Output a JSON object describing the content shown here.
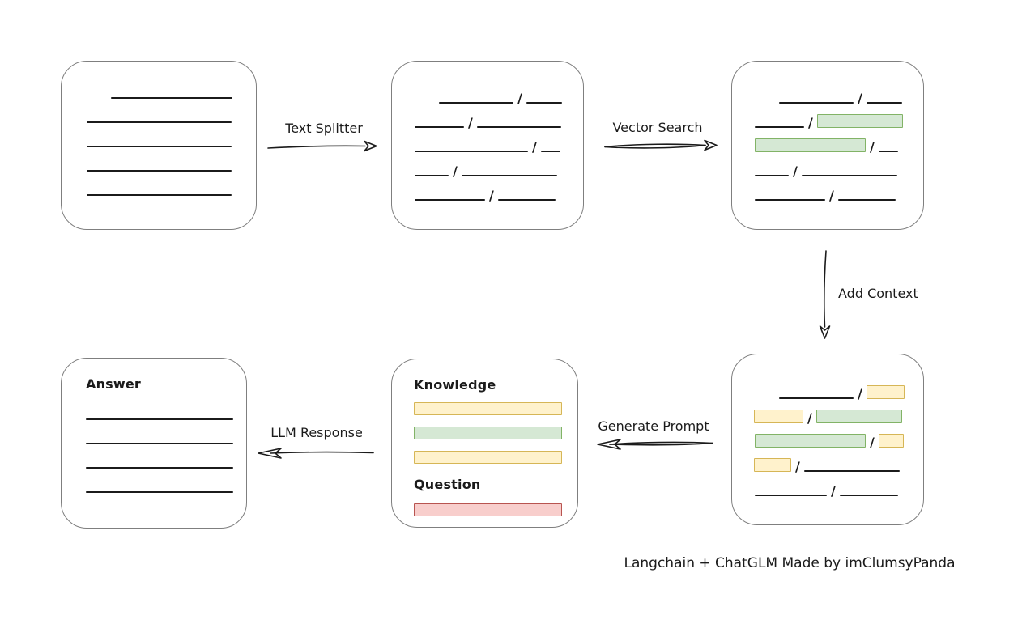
{
  "labels": {
    "text_splitter": "Text Splitter",
    "vector_search": "Vector Search",
    "add_context": "Add Context",
    "generate_prompt": "Generate Prompt",
    "llm_response": "LLM Response",
    "knowledge": "Knowledge",
    "question": "Question",
    "answer": "Answer",
    "caption": "Langchain + ChatGLM Made by imClumsyPanda"
  },
  "colors": {
    "stroke": "#1b1b1b",
    "box_border": "#7f7f7f",
    "yellow_fill": "#fff2cc",
    "yellow_border": "#d6b656",
    "green_fill": "#d5e8d4",
    "green_border": "#82b366",
    "red_fill": "#f8cecc",
    "red_border": "#b85450"
  },
  "boxes": {
    "document": {
      "rows": [
        {
          "ind": 30,
          "seg": [
            {
              "k": "line",
              "w": 150
            }
          ]
        },
        {
          "ind": 0,
          "seg": [
            {
              "k": "line",
              "w": 179
            }
          ]
        },
        {
          "ind": 0,
          "seg": [
            {
              "k": "line",
              "w": 179
            }
          ]
        },
        {
          "ind": 0,
          "seg": [
            {
              "k": "line",
              "w": 179
            }
          ]
        },
        {
          "ind": 0,
          "seg": [
            {
              "k": "line",
              "w": 179
            }
          ]
        }
      ]
    },
    "chunks": {
      "rows": [
        {
          "ind": 30,
          "seg": [
            {
              "k": "line",
              "w": 92
            },
            {
              "k": "slash"
            },
            {
              "k": "line",
              "w": 44
            }
          ]
        },
        {
          "ind": 0,
          "seg": [
            {
              "k": "line",
              "w": 61
            },
            {
              "k": "slash"
            },
            {
              "k": "line",
              "w": 104
            }
          ]
        },
        {
          "ind": 0,
          "seg": [
            {
              "k": "line",
              "w": 140
            },
            {
              "k": "slash"
            },
            {
              "k": "line",
              "w": 24
            }
          ]
        },
        {
          "ind": 0,
          "seg": [
            {
              "k": "line",
              "w": 42
            },
            {
              "k": "slash"
            },
            {
              "k": "line",
              "w": 118
            }
          ]
        },
        {
          "ind": 0,
          "seg": [
            {
              "k": "line",
              "w": 87
            },
            {
              "k": "slash"
            },
            {
              "k": "line",
              "w": 71
            }
          ]
        }
      ]
    },
    "matched": {
      "rows": [
        {
          "ind": 30,
          "seg": [
            {
              "k": "line",
              "w": 92
            },
            {
              "k": "slash"
            },
            {
              "k": "line",
              "w": 44
            }
          ]
        },
        {
          "ind": 0,
          "seg": [
            {
              "k": "line",
              "w": 61
            },
            {
              "k": "slash"
            },
            {
              "k": "green",
              "w": 106
            }
          ]
        },
        {
          "ind": 0,
          "seg": [
            {
              "k": "green",
              "w": 137
            },
            {
              "k": "slash"
            },
            {
              "k": "line",
              "w": 24
            }
          ]
        },
        {
          "ind": 0,
          "seg": [
            {
              "k": "line",
              "w": 42
            },
            {
              "k": "slash"
            },
            {
              "k": "line",
              "w": 118
            }
          ]
        },
        {
          "ind": 0,
          "seg": [
            {
              "k": "line",
              "w": 87
            },
            {
              "k": "slash"
            },
            {
              "k": "line",
              "w": 71
            }
          ]
        }
      ]
    },
    "context": {
      "rows": [
        {
          "ind": 31,
          "seg": [
            {
              "k": "line",
              "w": 92
            },
            {
              "k": "slash"
            },
            {
              "k": "yellow",
              "w": 47
            }
          ]
        },
        {
          "ind": 0,
          "seg": [
            {
              "k": "yellow",
              "w": 61
            },
            {
              "k": "slash"
            },
            {
              "k": "green",
              "w": 106
            }
          ]
        },
        {
          "ind": 1,
          "seg": [
            {
              "k": "green",
              "w": 137
            },
            {
              "k": "slash"
            },
            {
              "k": "yellow",
              "w": 31
            }
          ]
        },
        {
          "ind": 0,
          "seg": [
            {
              "k": "yellow",
              "w": 46
            },
            {
              "k": "slash"
            },
            {
              "k": "line",
              "w": 118
            }
          ]
        },
        {
          "ind": 1,
          "seg": [
            {
              "k": "line",
              "w": 89
            },
            {
              "k": "slash"
            },
            {
              "k": "line",
              "w": 72
            }
          ]
        }
      ]
    },
    "prompt": {
      "knowledge_bars": [
        {
          "color": "yellow"
        },
        {
          "color": "green"
        },
        {
          "color": "yellow"
        }
      ],
      "question_bars": [
        {
          "color": "red"
        }
      ]
    },
    "answer": {
      "rows": [
        {
          "ind": 0,
          "seg": [
            {
              "k": "line",
              "w": 182
            }
          ]
        },
        {
          "ind": 0,
          "seg": [
            {
              "k": "line",
              "w": 182
            }
          ]
        },
        {
          "ind": 0,
          "seg": [
            {
              "k": "line",
              "w": 182
            }
          ]
        },
        {
          "ind": 0,
          "seg": [
            {
              "k": "line",
              "w": 182
            }
          ]
        }
      ]
    }
  }
}
